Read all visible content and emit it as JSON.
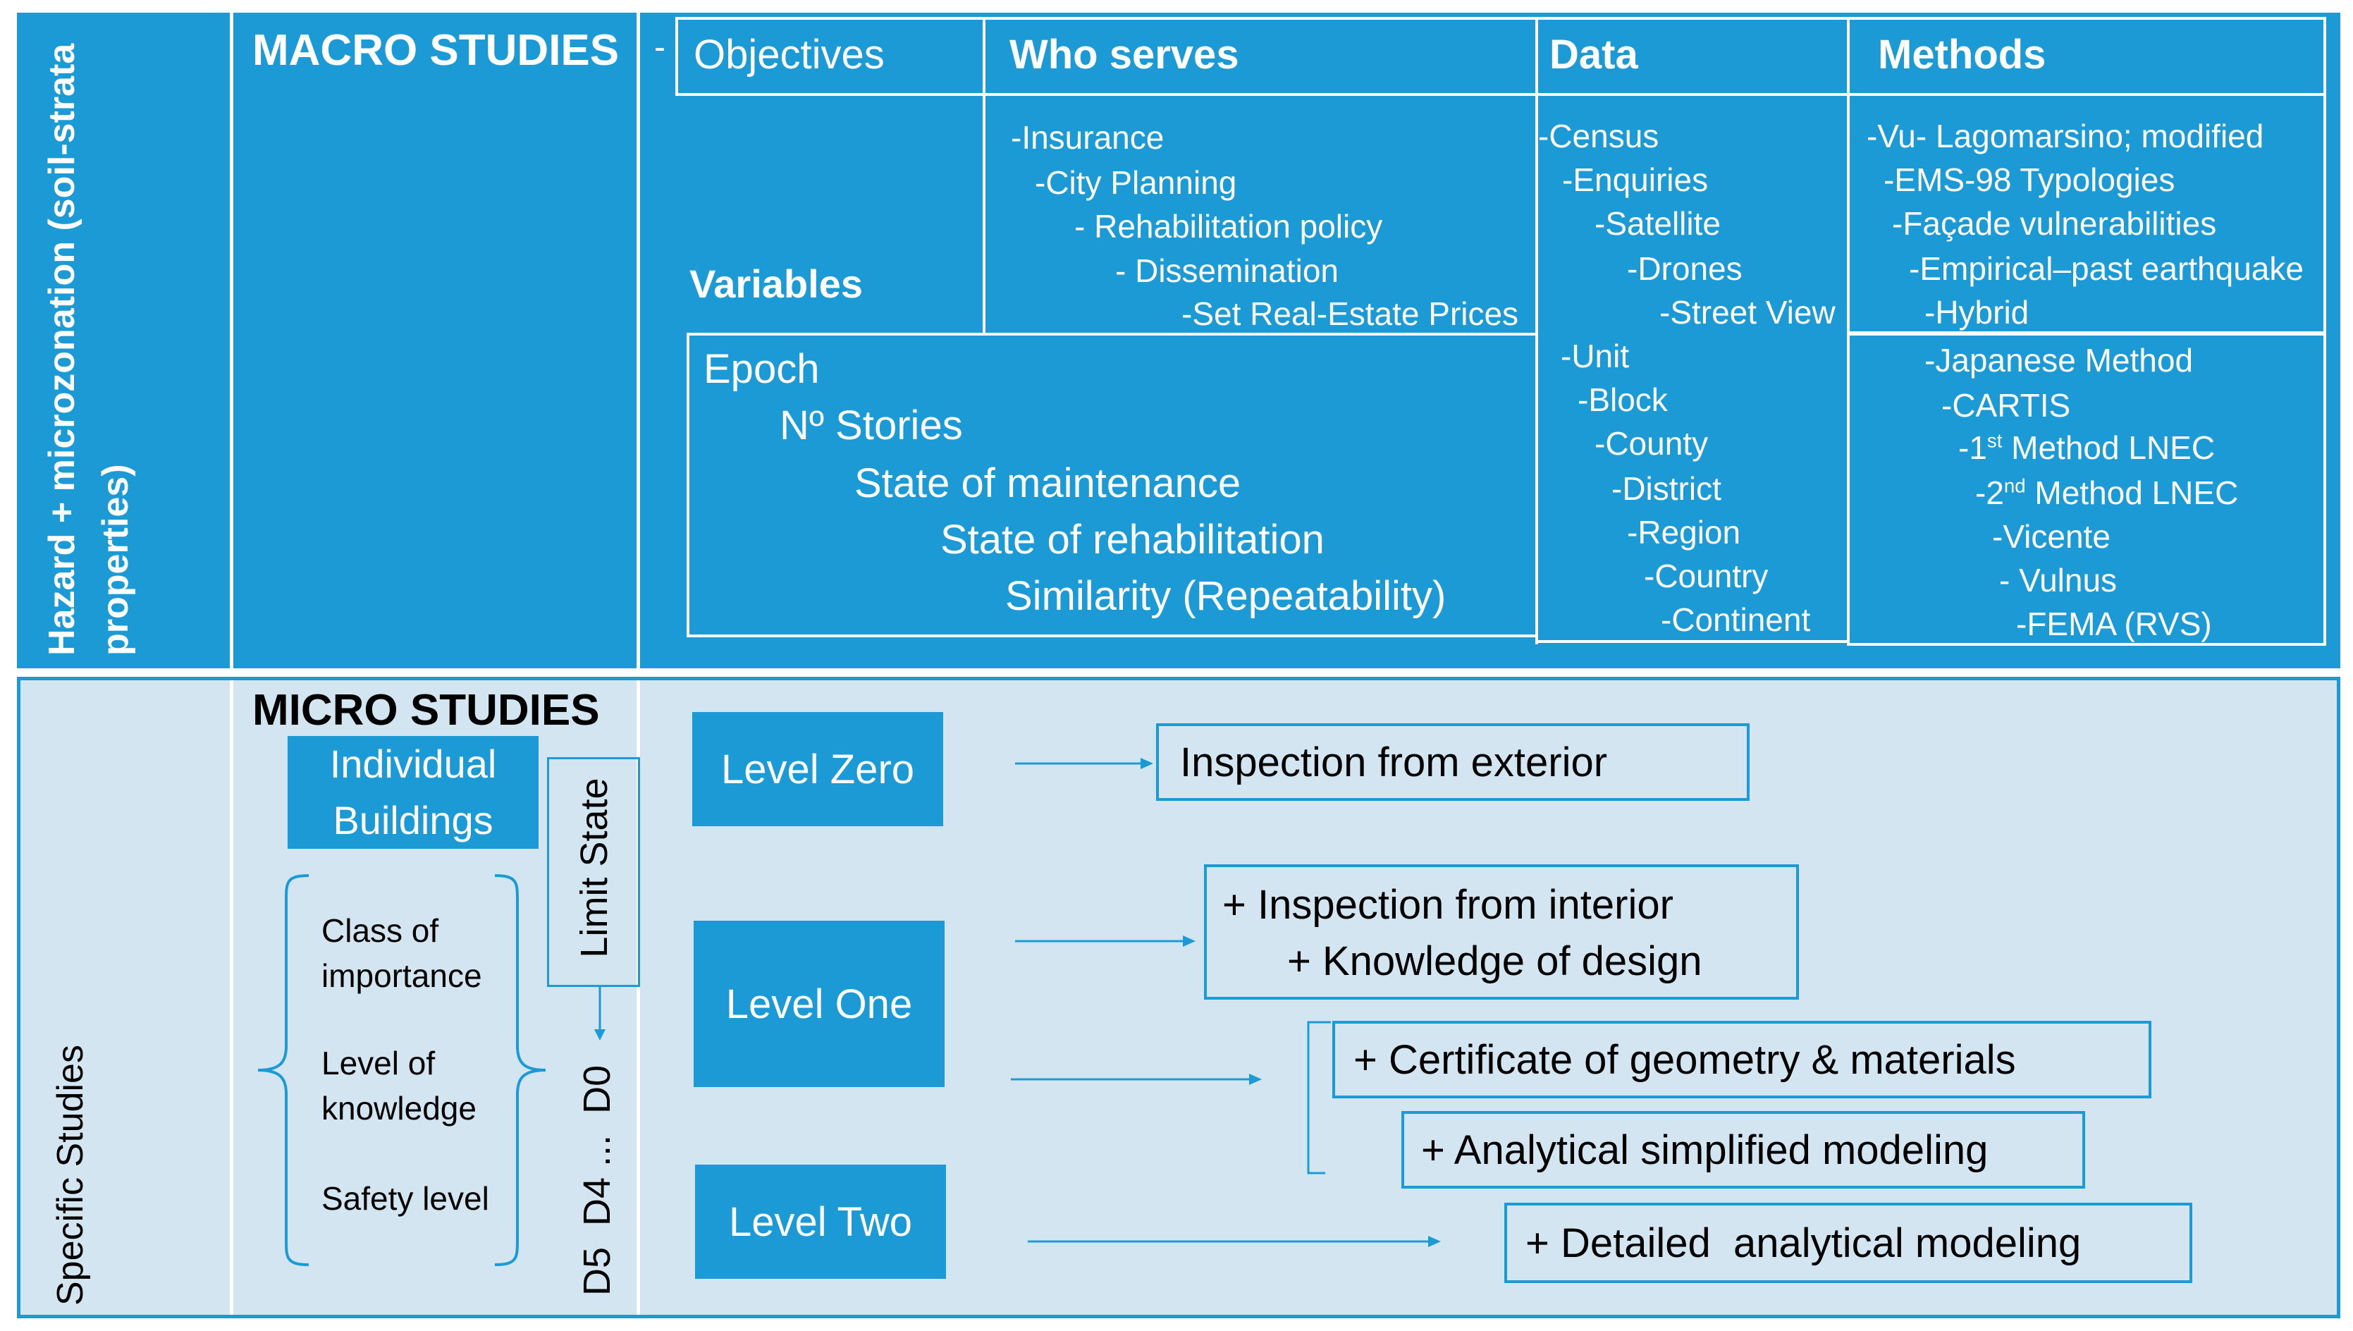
{
  "macro": {
    "side_label": "Hazard + microzonation (soil-strata properties)",
    "title": "MACRO STUDIES",
    "dash": "-",
    "headers": {
      "objectives": "Objectives",
      "who_serves": "Who serves",
      "data": "Data",
      "methods": "Methods"
    },
    "variables_label": "Variables",
    "who_serves_items": [
      "-Insurance",
      "-City Planning",
      "- Rehabilitation policy",
      "- Dissemination",
      "-Set Real-Estate Prices"
    ],
    "data_items_top": [
      "-Census",
      "-Enquiries",
      "-Satellite",
      "-Drones",
      "-Street View"
    ],
    "methods_items_top": [
      "-Vu- Lagomarsino; modified",
      "-EMS-98 Typologies",
      "-Façade vulnerabilities",
      "-Empirical–past earthquake",
      "-Hybrid"
    ],
    "variables_items": [
      "Epoch",
      "Nº Stories",
      "State of maintenance",
      "State of rehabilitation",
      "Similarity (Repeatability)"
    ],
    "data_items_bottom": [
      "-Unit",
      "-Block",
      "-County",
      "-District",
      "-Region",
      "-Country",
      "-Continent"
    ],
    "methods_items_bottom": [
      {
        "pre": "-Japanese Method",
        "sup": "",
        "post": ""
      },
      {
        "pre": "-CARTIS",
        "sup": "",
        "post": ""
      },
      {
        "pre": "-1",
        "sup": "st",
        "post": " Method LNEC"
      },
      {
        "pre": "-2",
        "sup": "nd",
        "post": " Method LNEC"
      },
      {
        "pre": "-Vicente",
        "sup": "",
        "post": ""
      },
      {
        "pre": "- Vulnus",
        "sup": "",
        "post": ""
      },
      {
        "pre": "-FEMA (RVS)",
        "sup": "",
        "post": ""
      }
    ]
  },
  "micro": {
    "side_label": "Specific Studies",
    "title": "MICRO STUDIES",
    "individual_buildings": "Individual Buildings",
    "limit_state": "Limit State",
    "damage_states": "D5  D4 ...  D0",
    "brace_items": [
      "Class of importance",
      "Level of knowledge",
      "Safety level"
    ],
    "levels": {
      "zero": "Level Zero",
      "one": "Level One",
      "two": "Level Two"
    },
    "outcomes": {
      "exterior": "Inspection from exterior",
      "interior": "+ Inspection from interior",
      "design": "+ Knowledge of design",
      "certificate": "+ Certificate of geometry & materials",
      "simplified": "+ Analytical simplified modeling",
      "detailed": "+ Detailed  analytical modeling"
    }
  },
  "colors": {
    "blue": "#1c9ad6",
    "light_blue": "#d3e5f1",
    "white": "#ffffff"
  }
}
